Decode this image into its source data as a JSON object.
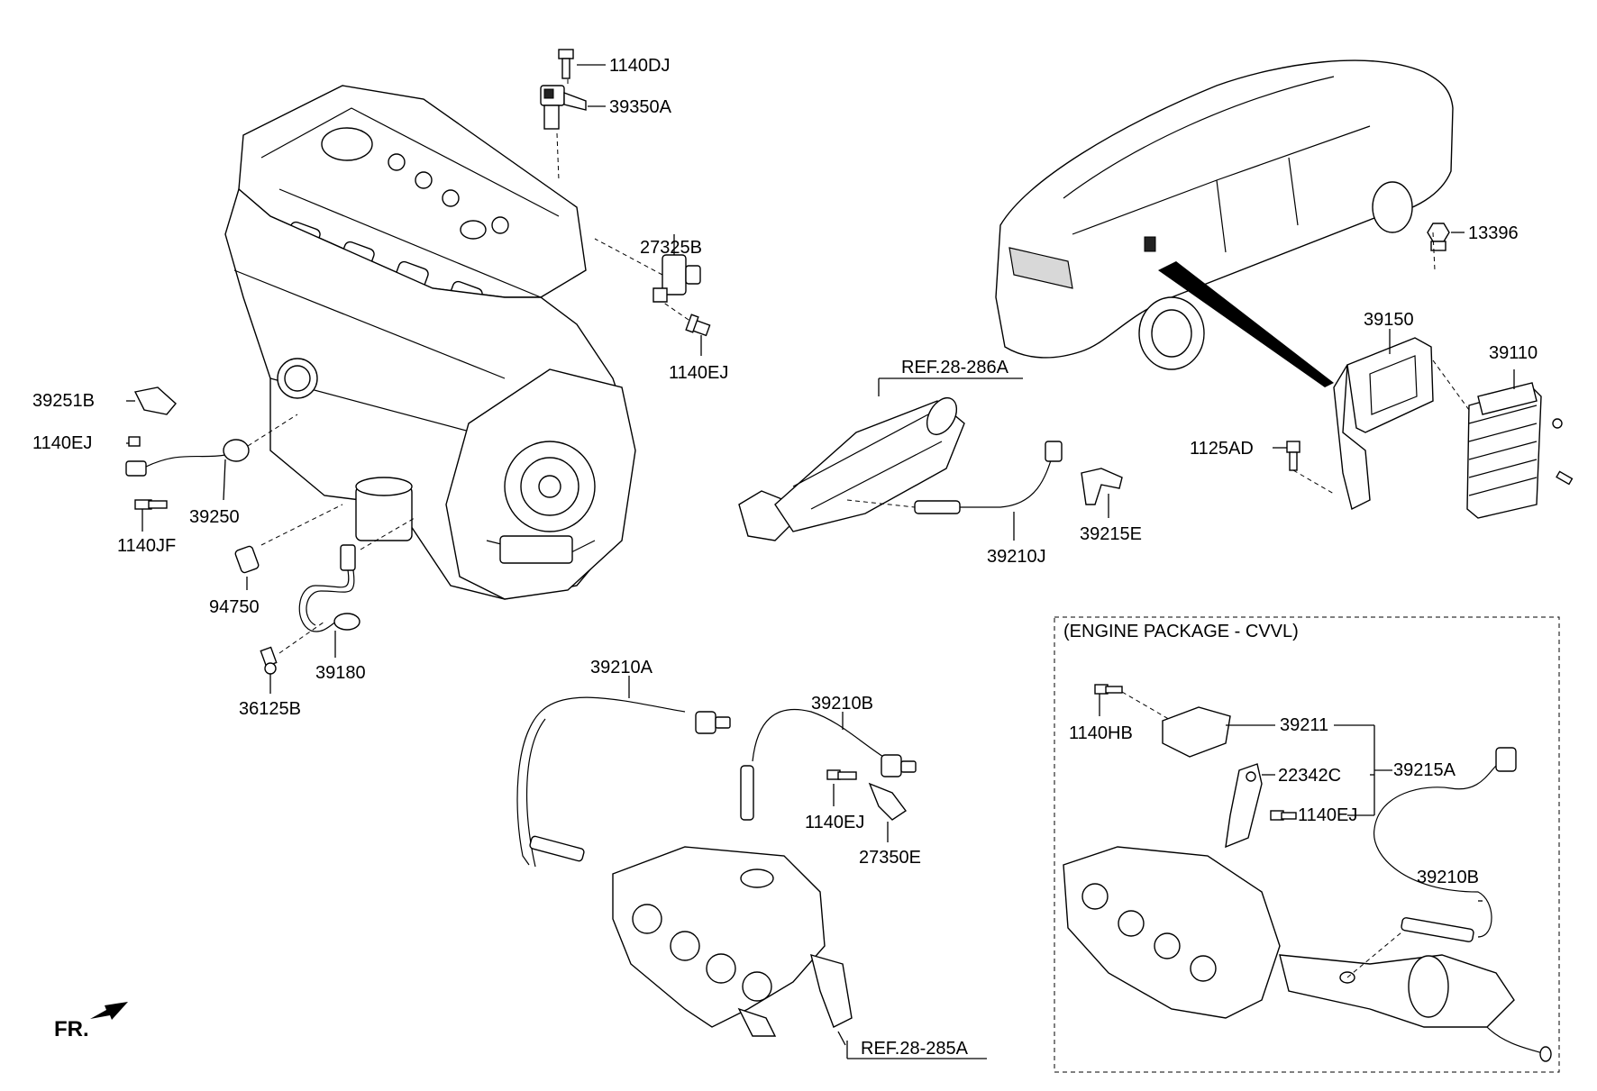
{
  "labels": {
    "l_1140DJ": "1140DJ",
    "l_39350A": "39350A",
    "l_27325B": "27325B",
    "l_1140EJ_a": "1140EJ",
    "l_39251B": "39251B",
    "l_1140EJ_b": "1140EJ",
    "l_39250": "39250",
    "l_1140JF": "1140JF",
    "l_94750": "94750",
    "l_39180": "39180",
    "l_36125B": "36125B",
    "l_REF286A": "REF.28-286A",
    "l_39210J": "39210J",
    "l_39215E": "39215E",
    "l_13396": "13396",
    "l_39150": "39150",
    "l_39110": "39110",
    "l_1125AD": "1125AD",
    "l_39210A": "39210A",
    "l_39210B_a": "39210B",
    "l_1140EJ_c": "1140EJ",
    "l_27350E": "27350E",
    "l_REF285A": "REF.28-285A",
    "l_1140HB": "1140HB",
    "l_39211": "39211",
    "l_22342C": "22342C",
    "l_39215A": "39215A",
    "l_1140EJ_d": "1140EJ",
    "l_39210B_b": "39210B"
  },
  "package_box": {
    "title": "(ENGINE PACKAGE - CVVL)"
  },
  "orientation": {
    "fr_label": "FR."
  }
}
